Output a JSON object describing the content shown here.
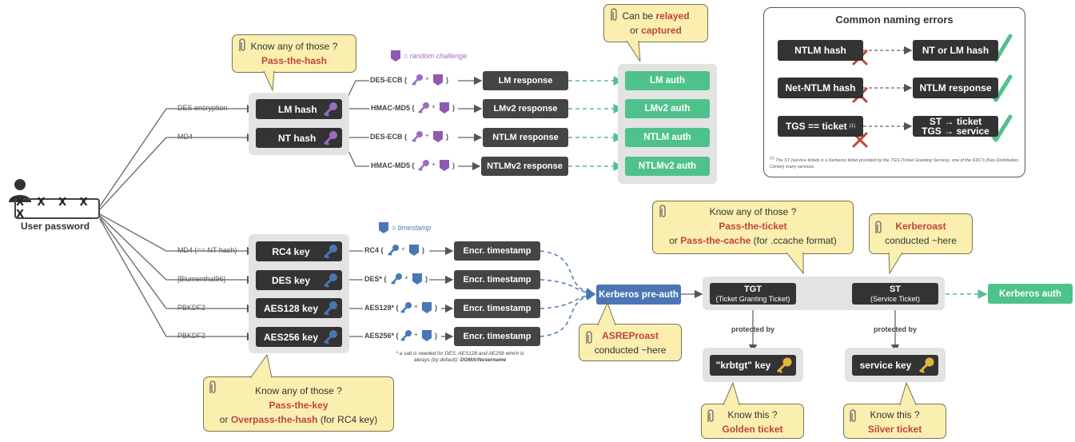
{
  "user": {
    "password": "X X X X X",
    "label": "User password"
  },
  "legend": {
    "random_challenge": "= random challenge",
    "timestamp": "= timestamp"
  },
  "ntlm": {
    "inputs": [
      {
        "label": "DES encryption"
      },
      {
        "label": "MD4"
      }
    ],
    "hashes": [
      "LM hash",
      "NT hash"
    ],
    "algos": [
      "DES-ECB (",
      "HMAC-MD5 (",
      "DES-ECB (",
      "HMAC-MD5 ("
    ],
    "plus": "+",
    "close": ")",
    "responses": [
      "LM response",
      "LMv2 response",
      "NTLM response",
      "NTLMv2 response"
    ],
    "auths": [
      "LM auth",
      "LMv2 auth",
      "NTLM auth",
      "NTLMv2 auth"
    ]
  },
  "kerb": {
    "inputs": [
      "MD4 (== NT hash)",
      "[Blumenthal96]",
      "PBKDF2",
      "PBKDF2"
    ],
    "keys": [
      "RC4 key",
      "DES key",
      "AES128 key",
      "AES256 key"
    ],
    "algos": [
      "RC4 (",
      "DES* (",
      "AES128* (",
      "AES256* ("
    ],
    "timestamps": [
      "Encr. timestamp",
      "Encr. timestamp",
      "Encr. timestamp",
      "Encr. timestamp"
    ],
    "salt_note": "* a salt is needed for DES, AES128 and AE256 which is always (by default):",
    "salt_value": "DOMA!Nusername",
    "preauth": "Kerberos pre-auth",
    "tgt": {
      "title": "TGT",
      "sub": "(Ticket Granting Ticket)"
    },
    "st": {
      "title": "ST",
      "sub": "(Service Ticket)"
    },
    "auth": "Kerberos auth",
    "protected_by": "protected by",
    "krbtgt_key": "\"krbtgt\" key",
    "service_key": "service key"
  },
  "callouts": {
    "pth": {
      "line1": "Know any of those ?",
      "line2": "Pass-the-hash"
    },
    "relay": {
      "line1a": "Can be ",
      "line1b": "relayed",
      "line2a": "or ",
      "line2b": "captured"
    },
    "ptk": {
      "line1": "Know any of those ?",
      "line2": "Pass-the-key",
      "line3a": "or ",
      "line3b": "Overpass-the-hash",
      "line3c": " (for RC4 key)"
    },
    "ptt": {
      "line1": "Know any of those ?",
      "line2": "Pass-the-ticket",
      "line3a": "or ",
      "line3b": "Pass-the-cache",
      "line3c": " (for .ccache format)"
    },
    "kerberoast": {
      "line1": "Kerberoast",
      "line2": "conducted ~here"
    },
    "asrep": {
      "line1": "ASREProast",
      "line2": "conducted ~here"
    },
    "golden": {
      "line1": "Know this ?",
      "line2": "Golden ticket"
    },
    "silver": {
      "line1": "Know this ?",
      "line2": "Silver ticket"
    }
  },
  "naming": {
    "title": "Common naming errors",
    "rows": [
      {
        "wrong": "NTLM hash",
        "right": "NT or LM hash"
      },
      {
        "wrong": "Net-NTLM hash",
        "right": "NTLM response"
      },
      {
        "wrong": "TGS == ticket",
        "sup": "(1)",
        "right1": "ST → ticket",
        "right2": "TGS → service"
      }
    ],
    "footnote_mark": "(1)",
    "footnote": "The ST (service ticket) is a Kerberos ticket provided by the TGS (Ticket Granting Service), one of the KDC's (Key Distribution Center) many services."
  },
  "colors": {
    "dark": "#333333",
    "green": "#4fc28b",
    "blue": "#4a76b6",
    "callout": "#fbefb0",
    "red": "#c0443a",
    "purple": "#9b6cc1",
    "keyblue": "#4a76b6",
    "gold": "#e3b53a"
  }
}
